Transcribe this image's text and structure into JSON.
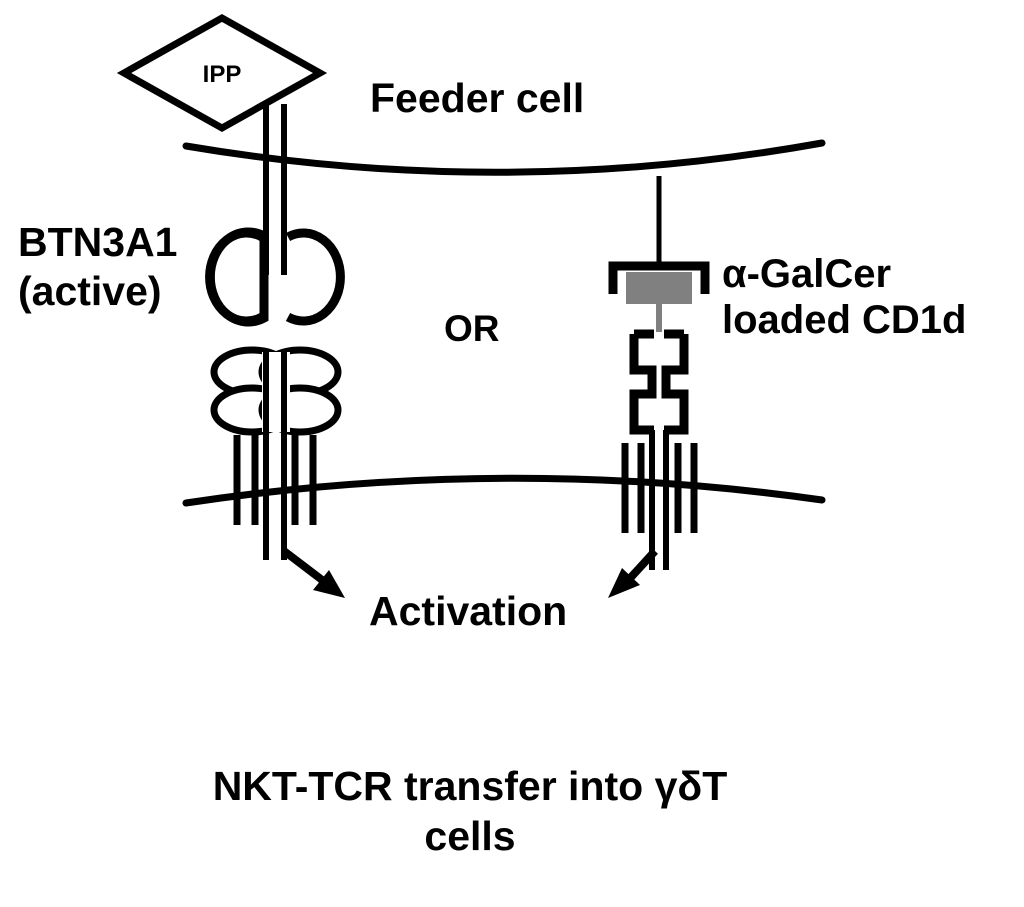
{
  "figure": {
    "title": "NKT-TCR transfer into gamma-delta T cells schematic",
    "background_color": "#ffffff",
    "line_color": "#000000",
    "ligand_fill_color": "#808080"
  },
  "labels": {
    "ipp": "IPP",
    "feeder_cell": "Feeder cell",
    "btn3a1_line1": "BTN3A1",
    "btn3a1_line2": "(active)",
    "or": "OR",
    "galcer_line1": "α-GalCer",
    "galcer_line2": "loaded CD1d",
    "activation": "Activation",
    "caption_line1": "NKT-TCR transfer into γδT",
    "caption_line2": "cells"
  },
  "structures": {
    "ipp_ligand": "IPP phosphoantigen diamond",
    "btn3a1": "BTN3A1 butyrophilin receptor, active conformation",
    "gdtcr": "gamma-delta T cell receptor",
    "cd1d": "CD1d antigen presenting molecule bracket",
    "galcer_lipid": "alpha-galactosylceramide lipid, gray filled rectangle",
    "nkt_tcr": "transferred NKT-TCR receptor",
    "feeder_membrane": "feeder cell plasma membrane",
    "t_cell_membrane": "gamma-delta T cell plasma membrane"
  },
  "arrows": {
    "left": "activation-arrow-left",
    "right": "activation-arrow-right"
  }
}
